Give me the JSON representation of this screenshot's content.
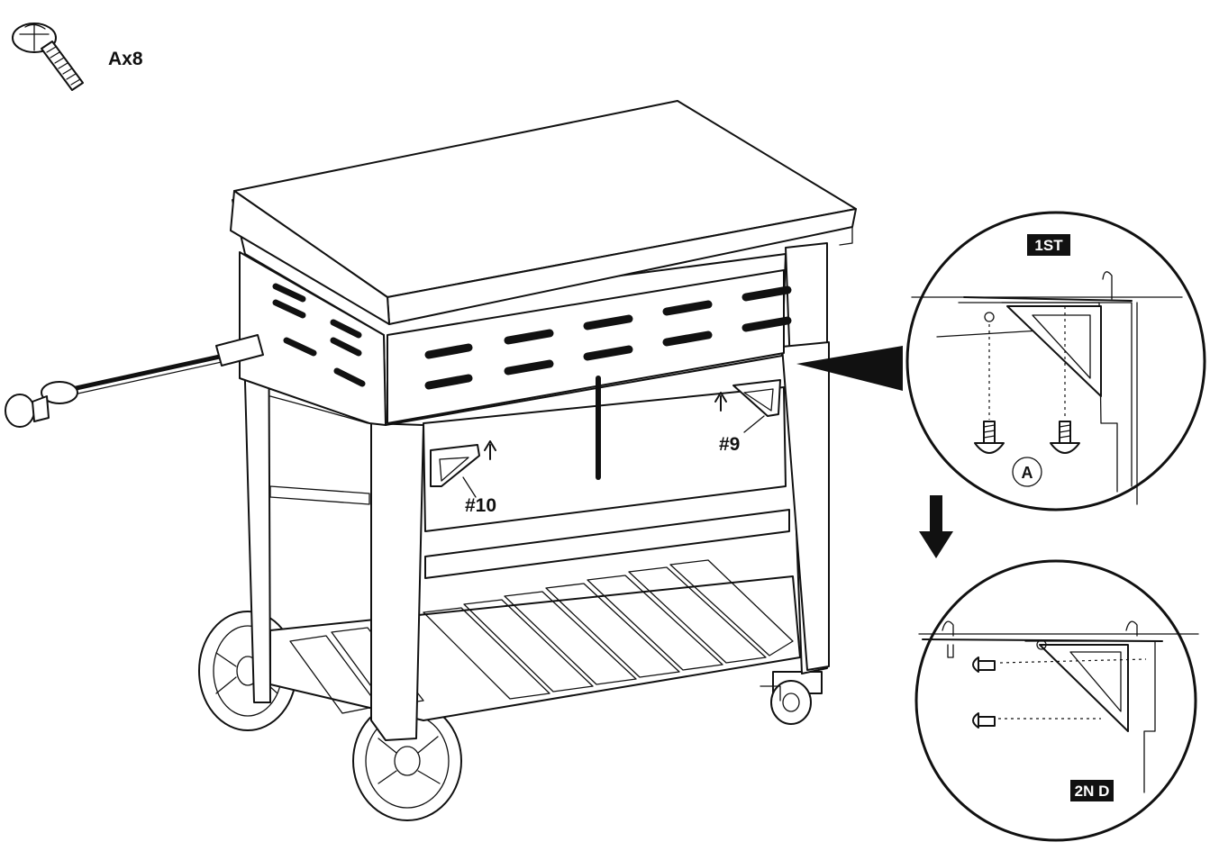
{
  "hardware": {
    "icon": "screw-icon",
    "quantity_label": "Ax8"
  },
  "part_labels": {
    "part_10": "#10",
    "part_9": "#9"
  },
  "detail_1": {
    "step_label": "1ST",
    "screw_callout": "A"
  },
  "detail_2": {
    "step_label": "2N D"
  },
  "colors": {
    "line": "#111111",
    "background": "#ffffff",
    "badge": "#111111"
  }
}
